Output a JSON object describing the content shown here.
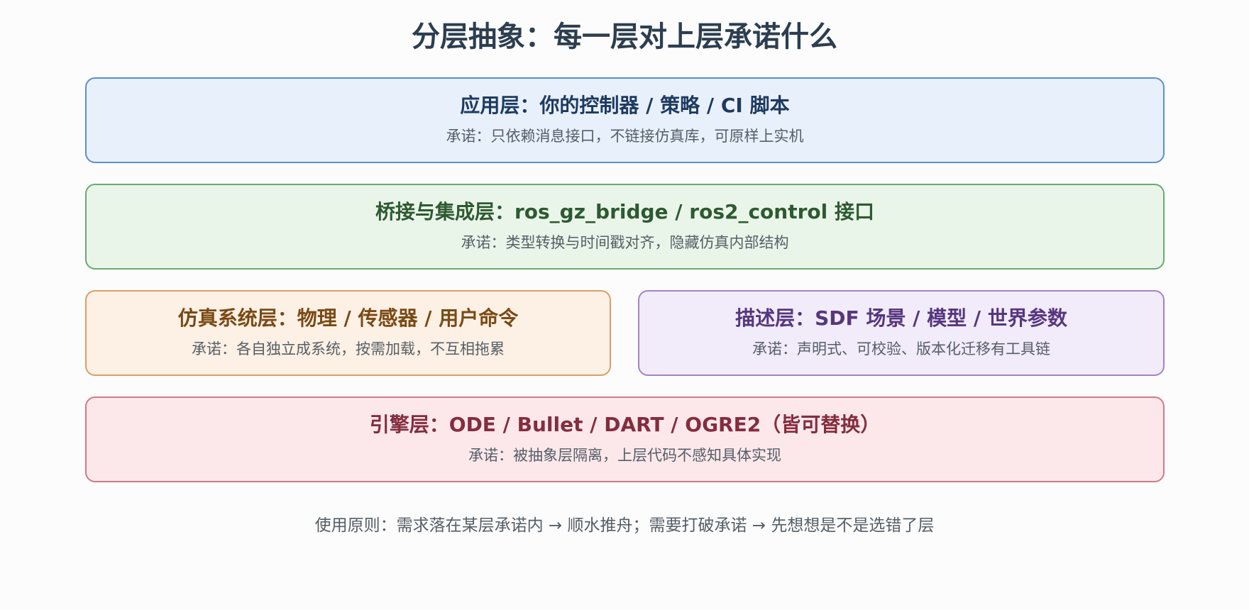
{
  "title": "分层抽象：每一层对上层承诺什么",
  "layers": {
    "app": {
      "heading": "应用层：你的控制器 / 策略 / CI 脚本",
      "promise": "承诺：只依赖消息接口，不链接仿真库，可原样上实机",
      "bg": "#e8f0fc",
      "border": "#5b8fcf",
      "text_color": "#1e3a5f"
    },
    "bridge": {
      "heading": "桥接与集成层：ros_gz_bridge / ros2_control 接口",
      "promise": "承诺：类型转换与时间戳对齐，隐藏仿真内部结构",
      "bg": "#eaf5ea",
      "border": "#6aaa6f",
      "text_color": "#2d5a30"
    },
    "sim": {
      "heading": "仿真系统层：物理 / 传感器 / 用户命令",
      "promise": "承诺：各自独立成系统，按需加载，不互相拖累",
      "bg": "#fdf0e4",
      "border": "#d9a065",
      "text_color": "#7a4a16"
    },
    "desc": {
      "heading": "描述层：SDF 场景 / 模型 / 世界参数",
      "promise": "承诺：声明式、可校验、版本化迁移有工具链",
      "bg": "#f2ebfa",
      "border": "#a383c9",
      "text_color": "#56377e"
    },
    "engine": {
      "heading": "引擎层：ODE / Bullet / DART / OGRE2（皆可替换）",
      "promise": "承诺：被抽象层隔离，上层代码不感知具体实现",
      "bg": "#fce8eb",
      "border": "#d07a88",
      "text_color": "#842d3e"
    }
  },
  "footer": "使用原则：需求落在某层承诺内 → 顺水推舟；需要打破承诺 → 先想想是不是选错了层"
}
